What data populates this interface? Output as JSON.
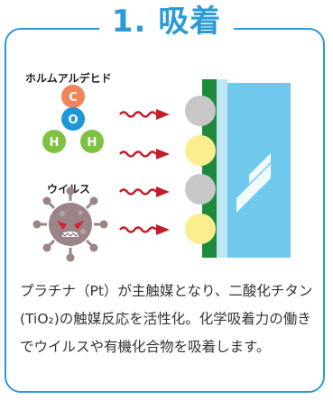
{
  "title": "1. 吸着",
  "labels": {
    "formaldehyde": "ホルムアルデヒド",
    "virus": "ウイルス"
  },
  "atoms": {
    "carbon": "C",
    "oxygen": "O",
    "hydrogen_left": "H",
    "hydrogen_right": "H"
  },
  "description": "プラチナ（Pt）が主触媒となり、二酸化チタン(TiO₂)の触媒反応を活性化。化学吸着力の働きでウイルスや有機化合物を吸着します。",
  "colors": {
    "accent": "#2a9bd6",
    "carbon": "#f0855a",
    "oxygen": "#1f96d8",
    "hydrogen": "#7fc241",
    "arrow": "#c21d2a",
    "green_layer": "#1e8a3c",
    "glass": "#6ec9ec",
    "gray_particle": "#c7c7c7",
    "yellow_particle": "#fbee8e",
    "virus": "#9a8486"
  },
  "icons": [
    "wavy-arrow-icon",
    "virus-icon",
    "molecule-icon",
    "glass-panel-icon"
  ]
}
